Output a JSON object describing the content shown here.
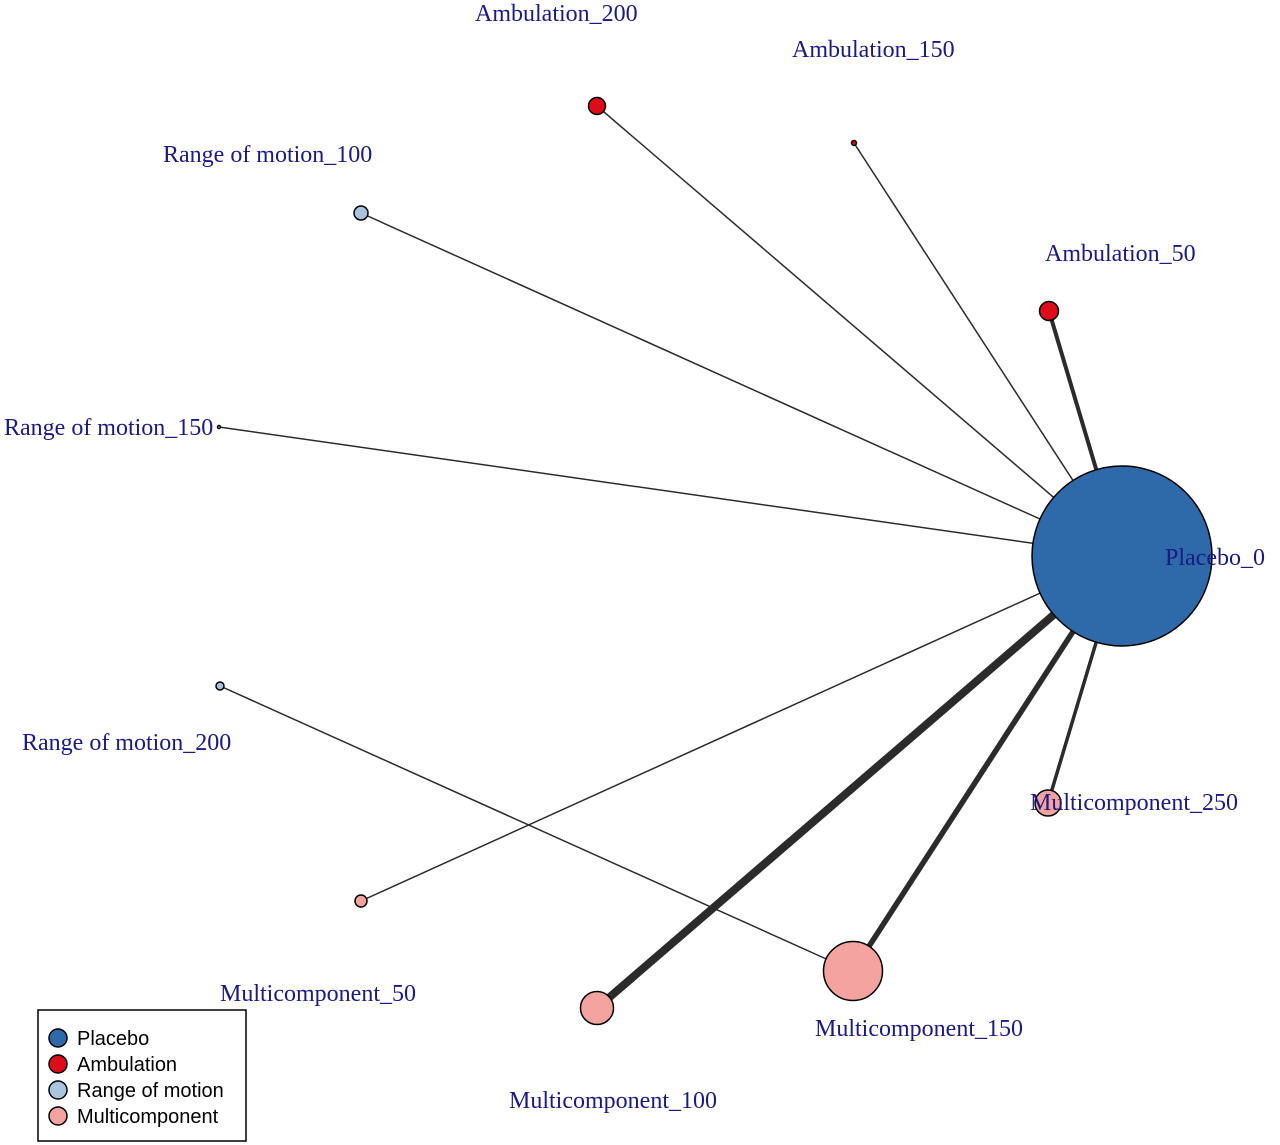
{
  "groups": [
    {
      "id": "placebo",
      "label": "Placebo",
      "color": "#2e69a9"
    },
    {
      "id": "ambulation",
      "label": "Ambulation",
      "color": "#dc0c1a"
    },
    {
      "id": "rom",
      "label": "Range of motion",
      "color": "#a9c5dd"
    },
    {
      "id": "multi",
      "label": "Multicomponent",
      "color": "#f4a3a0"
    }
  ],
  "nodes": [
    {
      "id": "placebo_0",
      "label": "Placebo_0",
      "group": "placebo"
    },
    {
      "id": "amb_200",
      "label": "Ambulation_200",
      "group": "ambulation"
    },
    {
      "id": "amb_150",
      "label": "Ambulation_150",
      "group": "ambulation"
    },
    {
      "id": "amb_50",
      "label": "Ambulation_50",
      "group": "ambulation"
    },
    {
      "id": "rom_100",
      "label": "Range of motion_100",
      "group": "rom"
    },
    {
      "id": "rom_150",
      "label": "Range of motion_150",
      "group": "rom"
    },
    {
      "id": "rom_200",
      "label": "Range of motion_200",
      "group": "rom"
    },
    {
      "id": "multi_50",
      "label": "Multicomponent_50",
      "group": "multi"
    },
    {
      "id": "multi_100",
      "label": "Multicomponent_100",
      "group": "multi"
    },
    {
      "id": "multi_150",
      "label": "Multicomponent_150",
      "group": "multi"
    },
    {
      "id": "multi_250",
      "label": "Multicomponent_250",
      "group": "multi"
    }
  ],
  "edges": [
    {
      "from": "placebo_0",
      "to": "amb_200"
    },
    {
      "from": "placebo_0",
      "to": "amb_150"
    },
    {
      "from": "placebo_0",
      "to": "amb_50"
    },
    {
      "from": "placebo_0",
      "to": "rom_100"
    },
    {
      "from": "placebo_0",
      "to": "rom_150"
    },
    {
      "from": "placebo_0",
      "to": "multi_50"
    },
    {
      "from": "placebo_0",
      "to": "multi_100"
    },
    {
      "from": "placebo_0",
      "to": "multi_150"
    },
    {
      "from": "placebo_0",
      "to": "multi_250"
    },
    {
      "from": "rom_200",
      "to": "multi_150"
    }
  ]
}
